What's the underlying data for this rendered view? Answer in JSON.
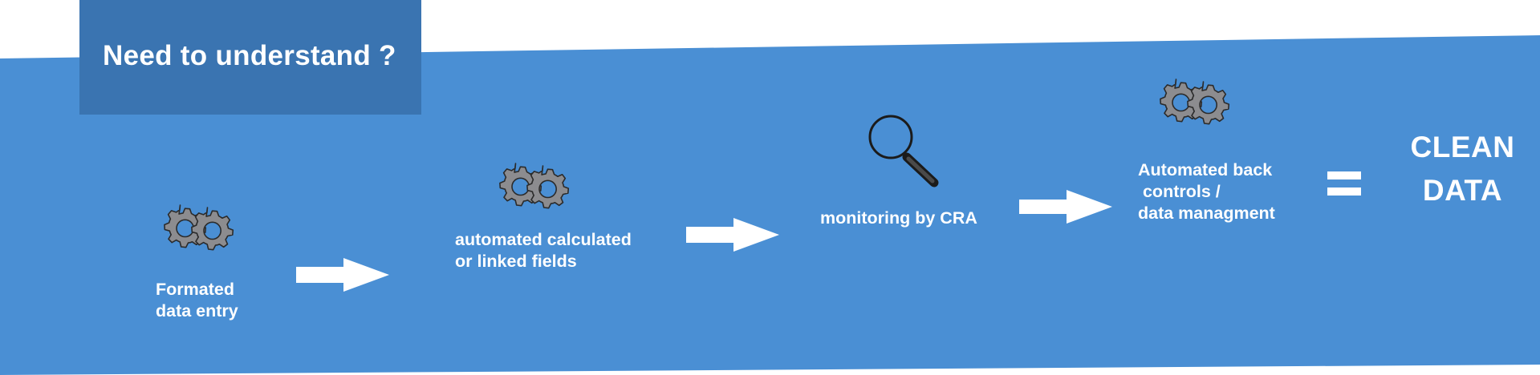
{
  "banner": {
    "title": "Need to understand ?",
    "background_color": "#4a8fd4",
    "title_box_color": "#3a74b1"
  },
  "steps": [
    {
      "icon": "gears-icon",
      "label": "Formated\ndata entry"
    },
    {
      "icon": "gears-icon",
      "label": "automated calculated\nor linked fields"
    },
    {
      "icon": "magnifying-glass-icon",
      "label": "monitoring by CRA"
    },
    {
      "icon": "gears-icon",
      "label": "Automated back\n controls /\ndata managment"
    }
  ],
  "equals_symbol": "=",
  "result": "CLEAN\nDATA",
  "colors": {
    "text": "#ffffff",
    "gear_fill": "#8c8c8f",
    "gear_stroke": "#2b2b2b"
  }
}
